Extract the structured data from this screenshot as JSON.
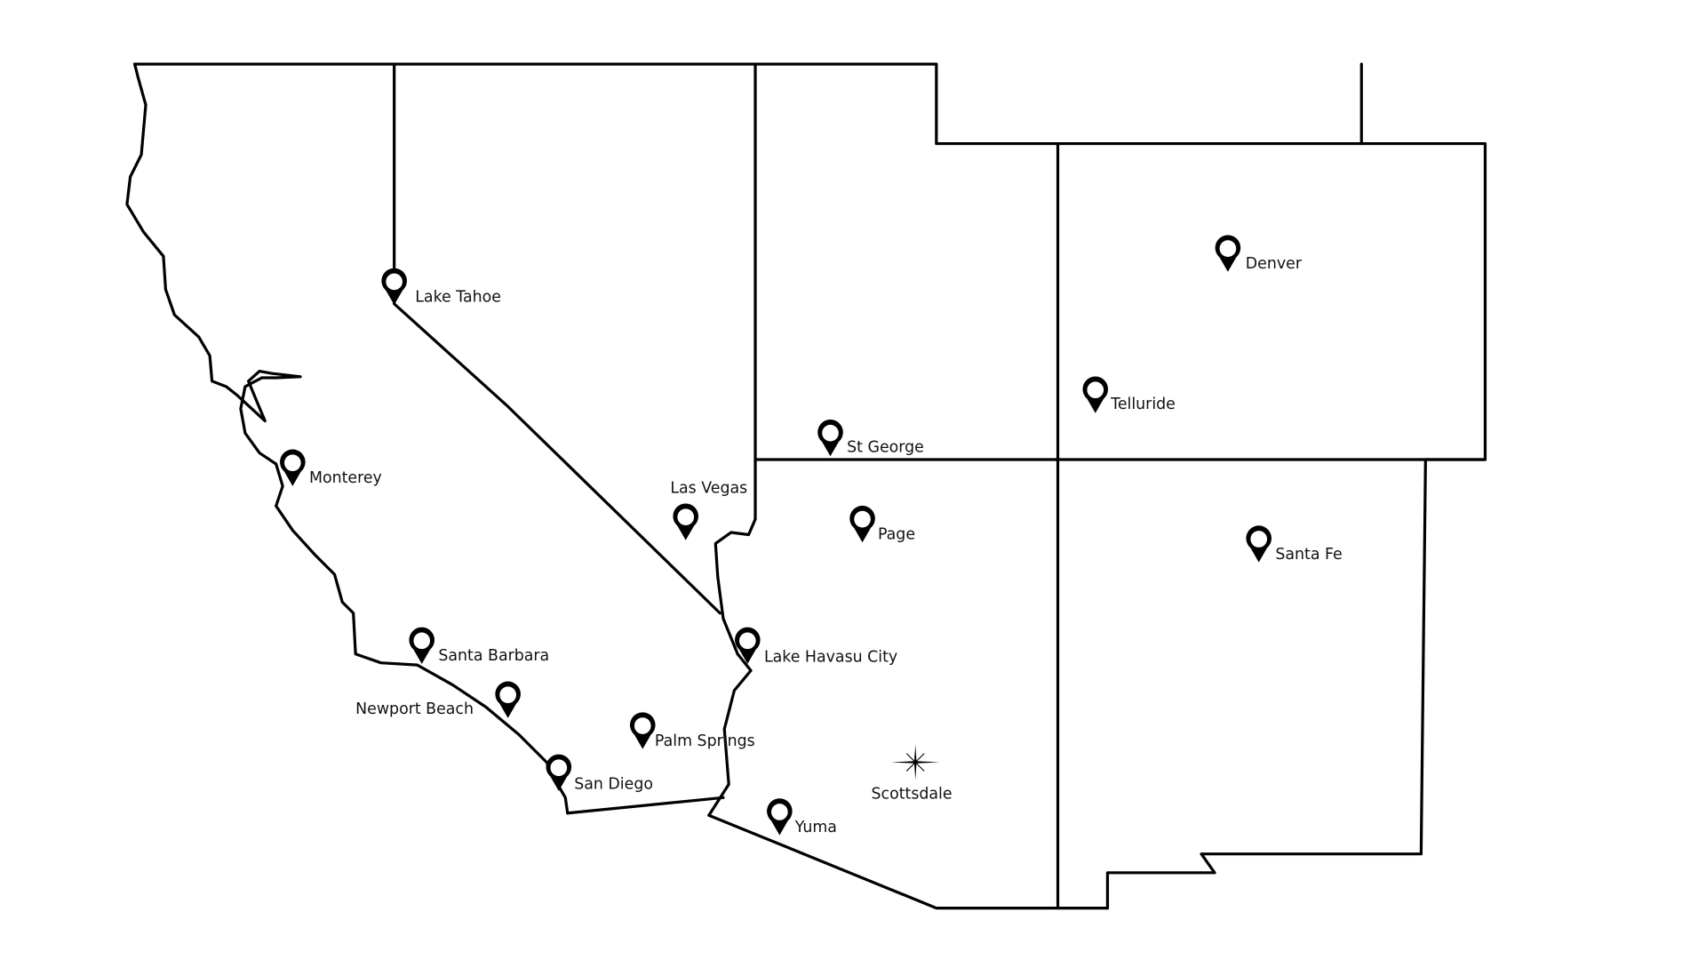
{
  "map": {
    "colors": {
      "ink": "#000000",
      "background": "#ffffff"
    },
    "cities": [
      {
        "name": "Lake Tahoe",
        "icon": "map-pin-icon"
      },
      {
        "name": "Monterey",
        "icon": "map-pin-icon"
      },
      {
        "name": "Las Vegas",
        "icon": "map-pin-icon"
      },
      {
        "name": "St George",
        "icon": "map-pin-icon"
      },
      {
        "name": "Page",
        "icon": "map-pin-icon"
      },
      {
        "name": "Denver",
        "icon": "map-pin-icon"
      },
      {
        "name": "Telluride",
        "icon": "map-pin-icon"
      },
      {
        "name": "Santa Fe",
        "icon": "map-pin-icon"
      },
      {
        "name": "Lake Havasu City",
        "icon": "map-pin-icon"
      },
      {
        "name": "Santa Barbara",
        "icon": "map-pin-icon"
      },
      {
        "name": "Newport Beach",
        "icon": "map-pin-icon"
      },
      {
        "name": "Palm Springs",
        "icon": "map-pin-icon"
      },
      {
        "name": "San Diego",
        "icon": "map-pin-icon"
      },
      {
        "name": "Yuma",
        "icon": "map-pin-icon"
      }
    ],
    "highlight": {
      "name": "Scottsdale",
      "icon": "star-icon"
    }
  }
}
